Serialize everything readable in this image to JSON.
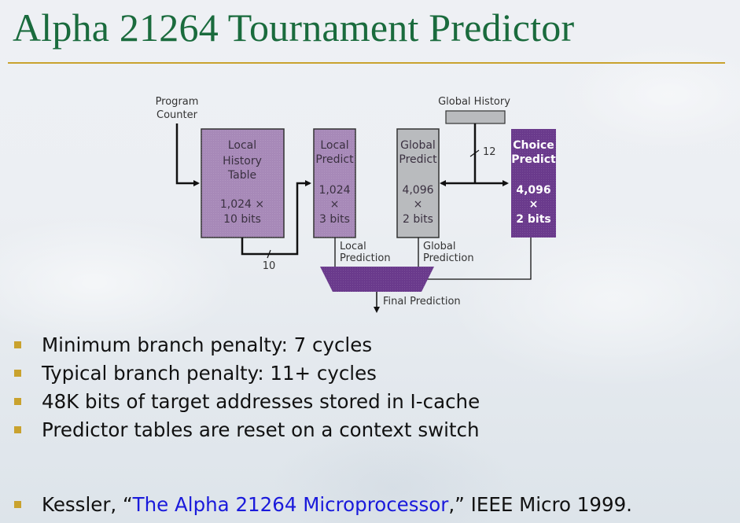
{
  "slide": {
    "title": "Alpha 21264 Tournament Predictor",
    "colors": {
      "title": "#1a6b3d",
      "rule": "#c9a22e",
      "bullet_marker": "#c9a22e",
      "link": "#1a1adb",
      "light_purple": "#a789b8",
      "dark_purple": "#6a3a8c",
      "gray_box": "#b9bbbe"
    }
  },
  "diagram": {
    "program_counter": [
      "Program",
      "Counter"
    ],
    "local_history_table": {
      "label": [
        "Local",
        "History",
        "Table"
      ],
      "size": [
        "1,024 ×",
        "10 bits"
      ]
    },
    "local_predict": {
      "label": [
        "Local",
        "Predict"
      ],
      "size": [
        "1,024",
        "×",
        "3 bits"
      ]
    },
    "global_predict": {
      "label": [
        "Global",
        "Predict"
      ],
      "size": [
        "4,096",
        "×",
        "2 bits"
      ]
    },
    "choice_predict": {
      "label": [
        "Choice",
        "Predict"
      ],
      "size": [
        "4,096",
        "×",
        "2 bits"
      ]
    },
    "global_history": "Global History",
    "history_width_bits": "12",
    "local_history_bits": "10",
    "local_prediction": [
      "Local",
      "Prediction"
    ],
    "global_prediction": [
      "Global",
      "Prediction"
    ],
    "final_prediction": "Final Prediction"
  },
  "bullets": [
    "Minimum branch penalty: 7 cycles",
    "Typical branch penalty: 11+ cycles",
    "48K bits of target addresses stored in I-cache",
    "Predictor tables are reset on a context switch"
  ],
  "reference": {
    "prefix": "Kessler, “",
    "link_text": "The Alpha 21264 Microprocessor",
    "suffix": ",” IEEE Micro 1999."
  }
}
